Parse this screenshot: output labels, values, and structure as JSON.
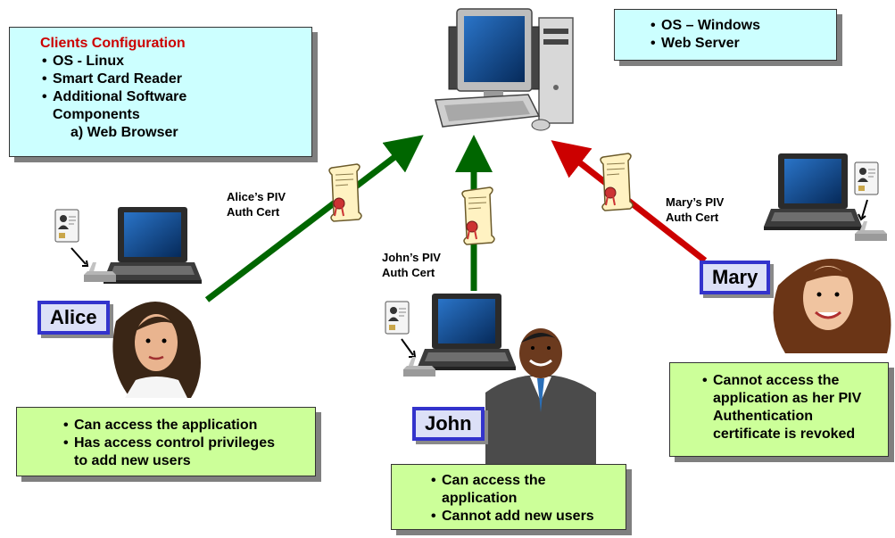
{
  "server_box": {
    "items": [
      "OS – Windows",
      "Web Server"
    ]
  },
  "client_config": {
    "title": "Clients Configuration",
    "items": [
      "OS - Linux",
      "Smart Card Reader",
      "Additional Software Components"
    ],
    "sub_item": "a) Web Browser"
  },
  "users": {
    "alice": {
      "name": "Alice",
      "cert_label": [
        "Alice’s PIV",
        "Auth Cert"
      ],
      "notes": [
        "Can access the application",
        "Has access control privileges to add new users"
      ]
    },
    "john": {
      "name": "John",
      "cert_label": [
        "John’s PIV",
        "Auth Cert"
      ],
      "notes": [
        "Can access the application",
        "Cannot add new users"
      ]
    },
    "mary": {
      "name": "Mary",
      "cert_label": [
        "Mary’s PIV",
        "Auth Cert"
      ],
      "notes": [
        "Cannot access the application as her PIV Authentication certificate is revoked"
      ]
    }
  },
  "colors": {
    "accepted_arrow": "#006600",
    "revoked_arrow": "#cc0000",
    "name_border": "#3333cc"
  }
}
